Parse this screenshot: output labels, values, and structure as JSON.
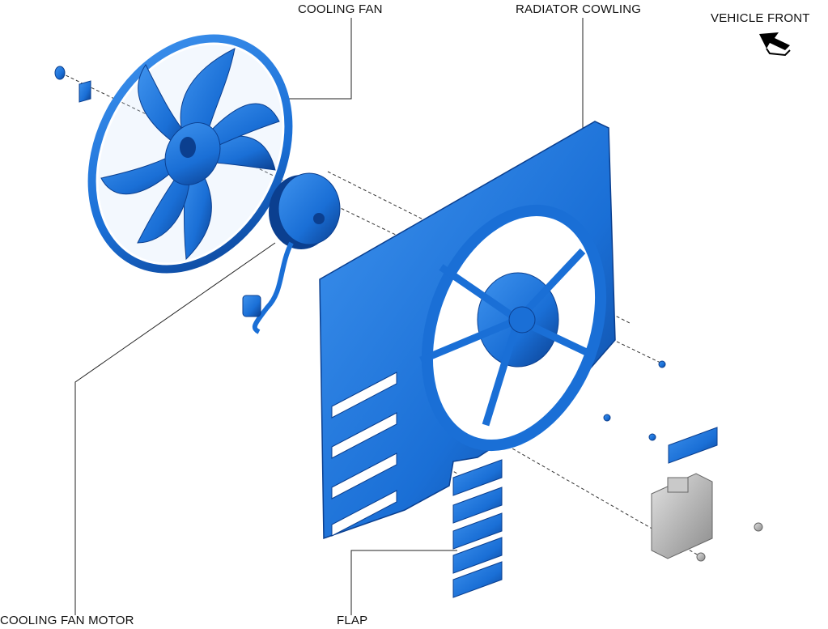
{
  "labels": {
    "cooling_fan": "COOLING FAN",
    "radiator_cowling": "RADIATOR COWLING",
    "vehicle_front": "VEHICLE FRONT",
    "cooling_fan_motor": "COOLING FAN MOTOR",
    "flap": "FLAP"
  },
  "colors": {
    "part_blue": "#1a6fd6",
    "part_dark": "#0b3f8f",
    "module_gray": "#b9b9b9",
    "line": "#222222"
  }
}
